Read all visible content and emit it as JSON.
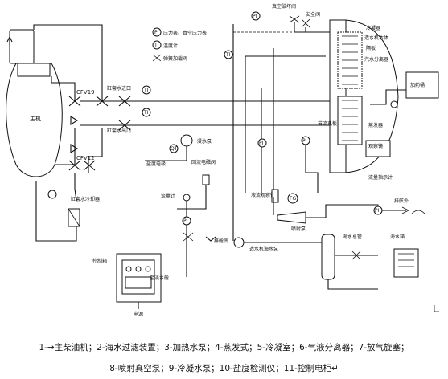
{
  "diagram": {
    "labels": {
      "vacuum_breaker_valve": "真空破坏阀",
      "safety_valve": "安全阀",
      "condenser": "冷凝器",
      "distiller_body": "造水机本体",
      "baffle": "隔板",
      "steam_separator": "汽水分离器",
      "dosing_tank": "加药桶",
      "evaporator": "蒸发器",
      "sight_glass": "观察镜",
      "flow_indicator": "流量指示计",
      "legend_pressure": "压力表、真空压力表",
      "legend_temp": "温度计",
      "legend_spring_valve": "弹簧加载阀",
      "main_engine": "主机",
      "cfv19": "CFV19",
      "cfv12": "CFV12",
      "jacket_water_in": "缸套水进口",
      "jacket_water_out": "缸套水出口",
      "jacket_water_cooler": "缸套水冷却器",
      "brine_pump": "浸水泵",
      "salinity_probe": "盐度电极",
      "return_solenoid": "回流电磁阀",
      "flow_meter": "流量计",
      "throttle_orifice": "节流孔板",
      "liquid_sight_glass": "液流观察镜",
      "ejector": "喷射泵",
      "outside_discharge": "排舷外",
      "control_box": "控制箱",
      "power_supply": "电源",
      "drinking_tank": "至淡水舱",
      "drain_bottom": "排舱底",
      "seawater_pump": "造水机海水泵",
      "seawater_main": "海水总管",
      "seawater_chest": "海水箱",
      "p_symbol": "PI",
      "t_symbol": "TI",
      "q_symbol": "QT",
      "fg_symbol": "FG",
      "p_small": "P",
      "t_small": "T"
    }
  },
  "caption": {
    "line1": "1-→主柴油机；2-海水过滤装置；3-加热水泵；4-蒸发式；5-冷凝室；6-气液分离器；7-放气旋塞；",
    "line2": "8-喷射真空泵；9-冷凝水泵；10-盐度检测仪；11-控制电柜↵"
  }
}
